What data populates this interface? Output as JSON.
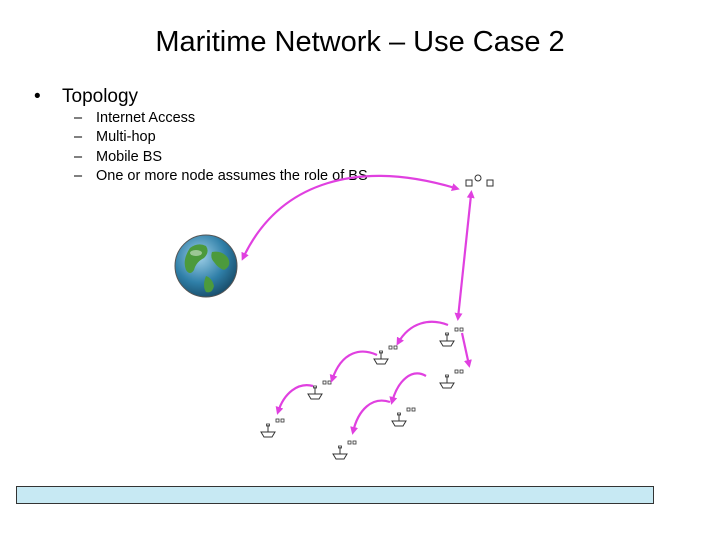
{
  "title": "Maritime Network – Use Case 2",
  "bullets": [
    {
      "label": "Topology",
      "items": [
        "Internet Access",
        "Multi-hop",
        "Mobile BS",
        "One or more node assumes the role of BS"
      ]
    }
  ],
  "colors": {
    "arrow": "#e040e0",
    "globe_ocean": "#2f7fa8",
    "globe_land": "#4c9a3c",
    "sea": "#c7e9f3"
  },
  "icons": [
    "globe-icon",
    "base-station-icon",
    "ship-icon"
  ]
}
